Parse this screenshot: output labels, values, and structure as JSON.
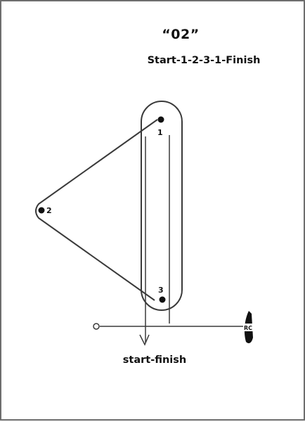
{
  "title": "“02”",
  "subtitle": "Start-1-2-3-1-Finish",
  "caption": "start-finish",
  "marks": [
    {
      "id": "1",
      "label": "1"
    },
    {
      "id": "2",
      "label": "2"
    },
    {
      "id": "3",
      "label": "3"
    }
  ],
  "committee_boat": {
    "label": "RC",
    "icon": "sailboat-icon"
  },
  "pin_end": {
    "icon": "buoy-icon"
  },
  "colors": {
    "line": "#3a3a3a",
    "ink": "#111111",
    "border": "#6e6e6e"
  }
}
